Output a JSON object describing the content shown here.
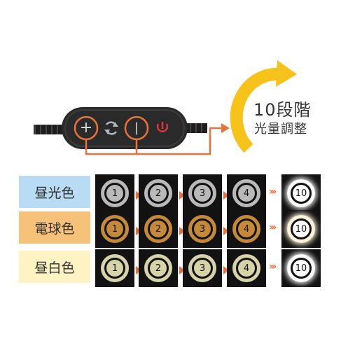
{
  "title_main": "10段階",
  "title_sub": "光量調整",
  "buttons": {
    "plus": "+",
    "minus": "|"
  },
  "rows": [
    {
      "label": "昼光色",
      "label_bg": "#b7dcf4",
      "ring_color": "#b9b9b9",
      "ring_last": "#ffffff",
      "chevron_color": "#e8733a",
      "levels": [
        "1",
        "2",
        "3",
        "4",
        "10"
      ]
    },
    {
      "label": "電球色",
      "label_bg": "#f6c27a",
      "ring_color": "#c48a3a",
      "ring_last": "#fff3dc",
      "chevron_color": "#e8733a",
      "levels": [
        "1",
        "2",
        "3",
        "4",
        "10"
      ]
    },
    {
      "label": "昼白色",
      "label_bg": "#fff3c4",
      "ring_color": "#d6d3a8",
      "ring_last": "#ffffff",
      "chevron_color": "#e8733a",
      "levels": [
        "1",
        "2",
        "3",
        "4",
        "10"
      ]
    }
  ],
  "colors": {
    "accent": "#e8733a",
    "arc": "#f7c21a",
    "remote_body": "#2a2a2a"
  }
}
